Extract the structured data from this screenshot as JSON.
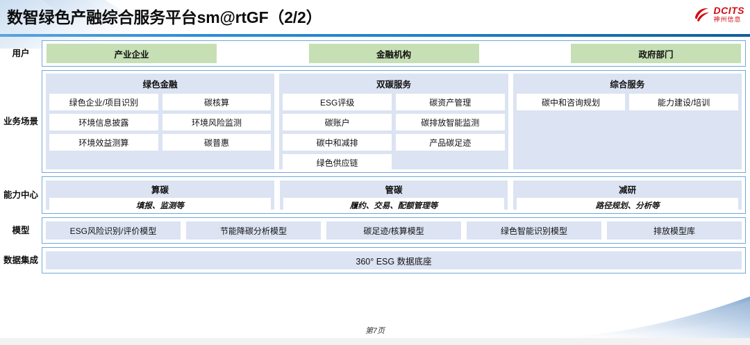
{
  "header": {
    "title": "数智绿色产融综合服务平台sm@rtGF（2/2）",
    "logo": {
      "mark": "dcits-swirl-icon",
      "en": "DCITS",
      "cn": "神州信息"
    }
  },
  "colors": {
    "accent_blue": "#1f7fc6",
    "border_blue": "#6fa8dc",
    "panel_lavender": "#dce3f2",
    "user_green": "#c6dfb4",
    "logo_red": "#d60a12"
  },
  "rows": [
    {
      "label": "用户",
      "type": "chips",
      "chips": [
        "产业企业",
        "金融机构",
        "政府部门"
      ]
    },
    {
      "label": "业务场景",
      "type": "scenarios",
      "groups": [
        {
          "title": "绿色金融",
          "cells": [
            "绿色企业/项目识别",
            "碳核算",
            "环境信息披露",
            "环境风险监测",
            "环境效益测算",
            "碳普惠"
          ]
        },
        {
          "title": "双碳服务",
          "cells": [
            "ESG评级",
            "碳资产管理",
            "碳账户",
            "碳排放智能监测",
            "碳中和减排",
            "产品碳足迹",
            "绿色供应链"
          ]
        },
        {
          "title": "综合服务",
          "cells": [
            "碳中和咨询规划",
            "能力建设/培训"
          ]
        }
      ]
    },
    {
      "label": "能力中心",
      "type": "capability",
      "groups": [
        {
          "title": "算碳",
          "sub": "填报、监测等"
        },
        {
          "title": "管碳",
          "sub": "履约、交易、配额管理等"
        },
        {
          "title": "减研",
          "sub": "路径规划、分析等"
        }
      ]
    },
    {
      "label": "模型",
      "type": "models",
      "models": [
        "ESG风险识别/评价模型",
        "节能降碳分析模型",
        "碳足迹/核算模型",
        "绿色智能识别模型",
        "排放模型库"
      ]
    },
    {
      "label": "数据集成",
      "type": "databar",
      "bar": "360° ESG 数据底座"
    }
  ],
  "footer": {
    "page_label": "第7页"
  }
}
